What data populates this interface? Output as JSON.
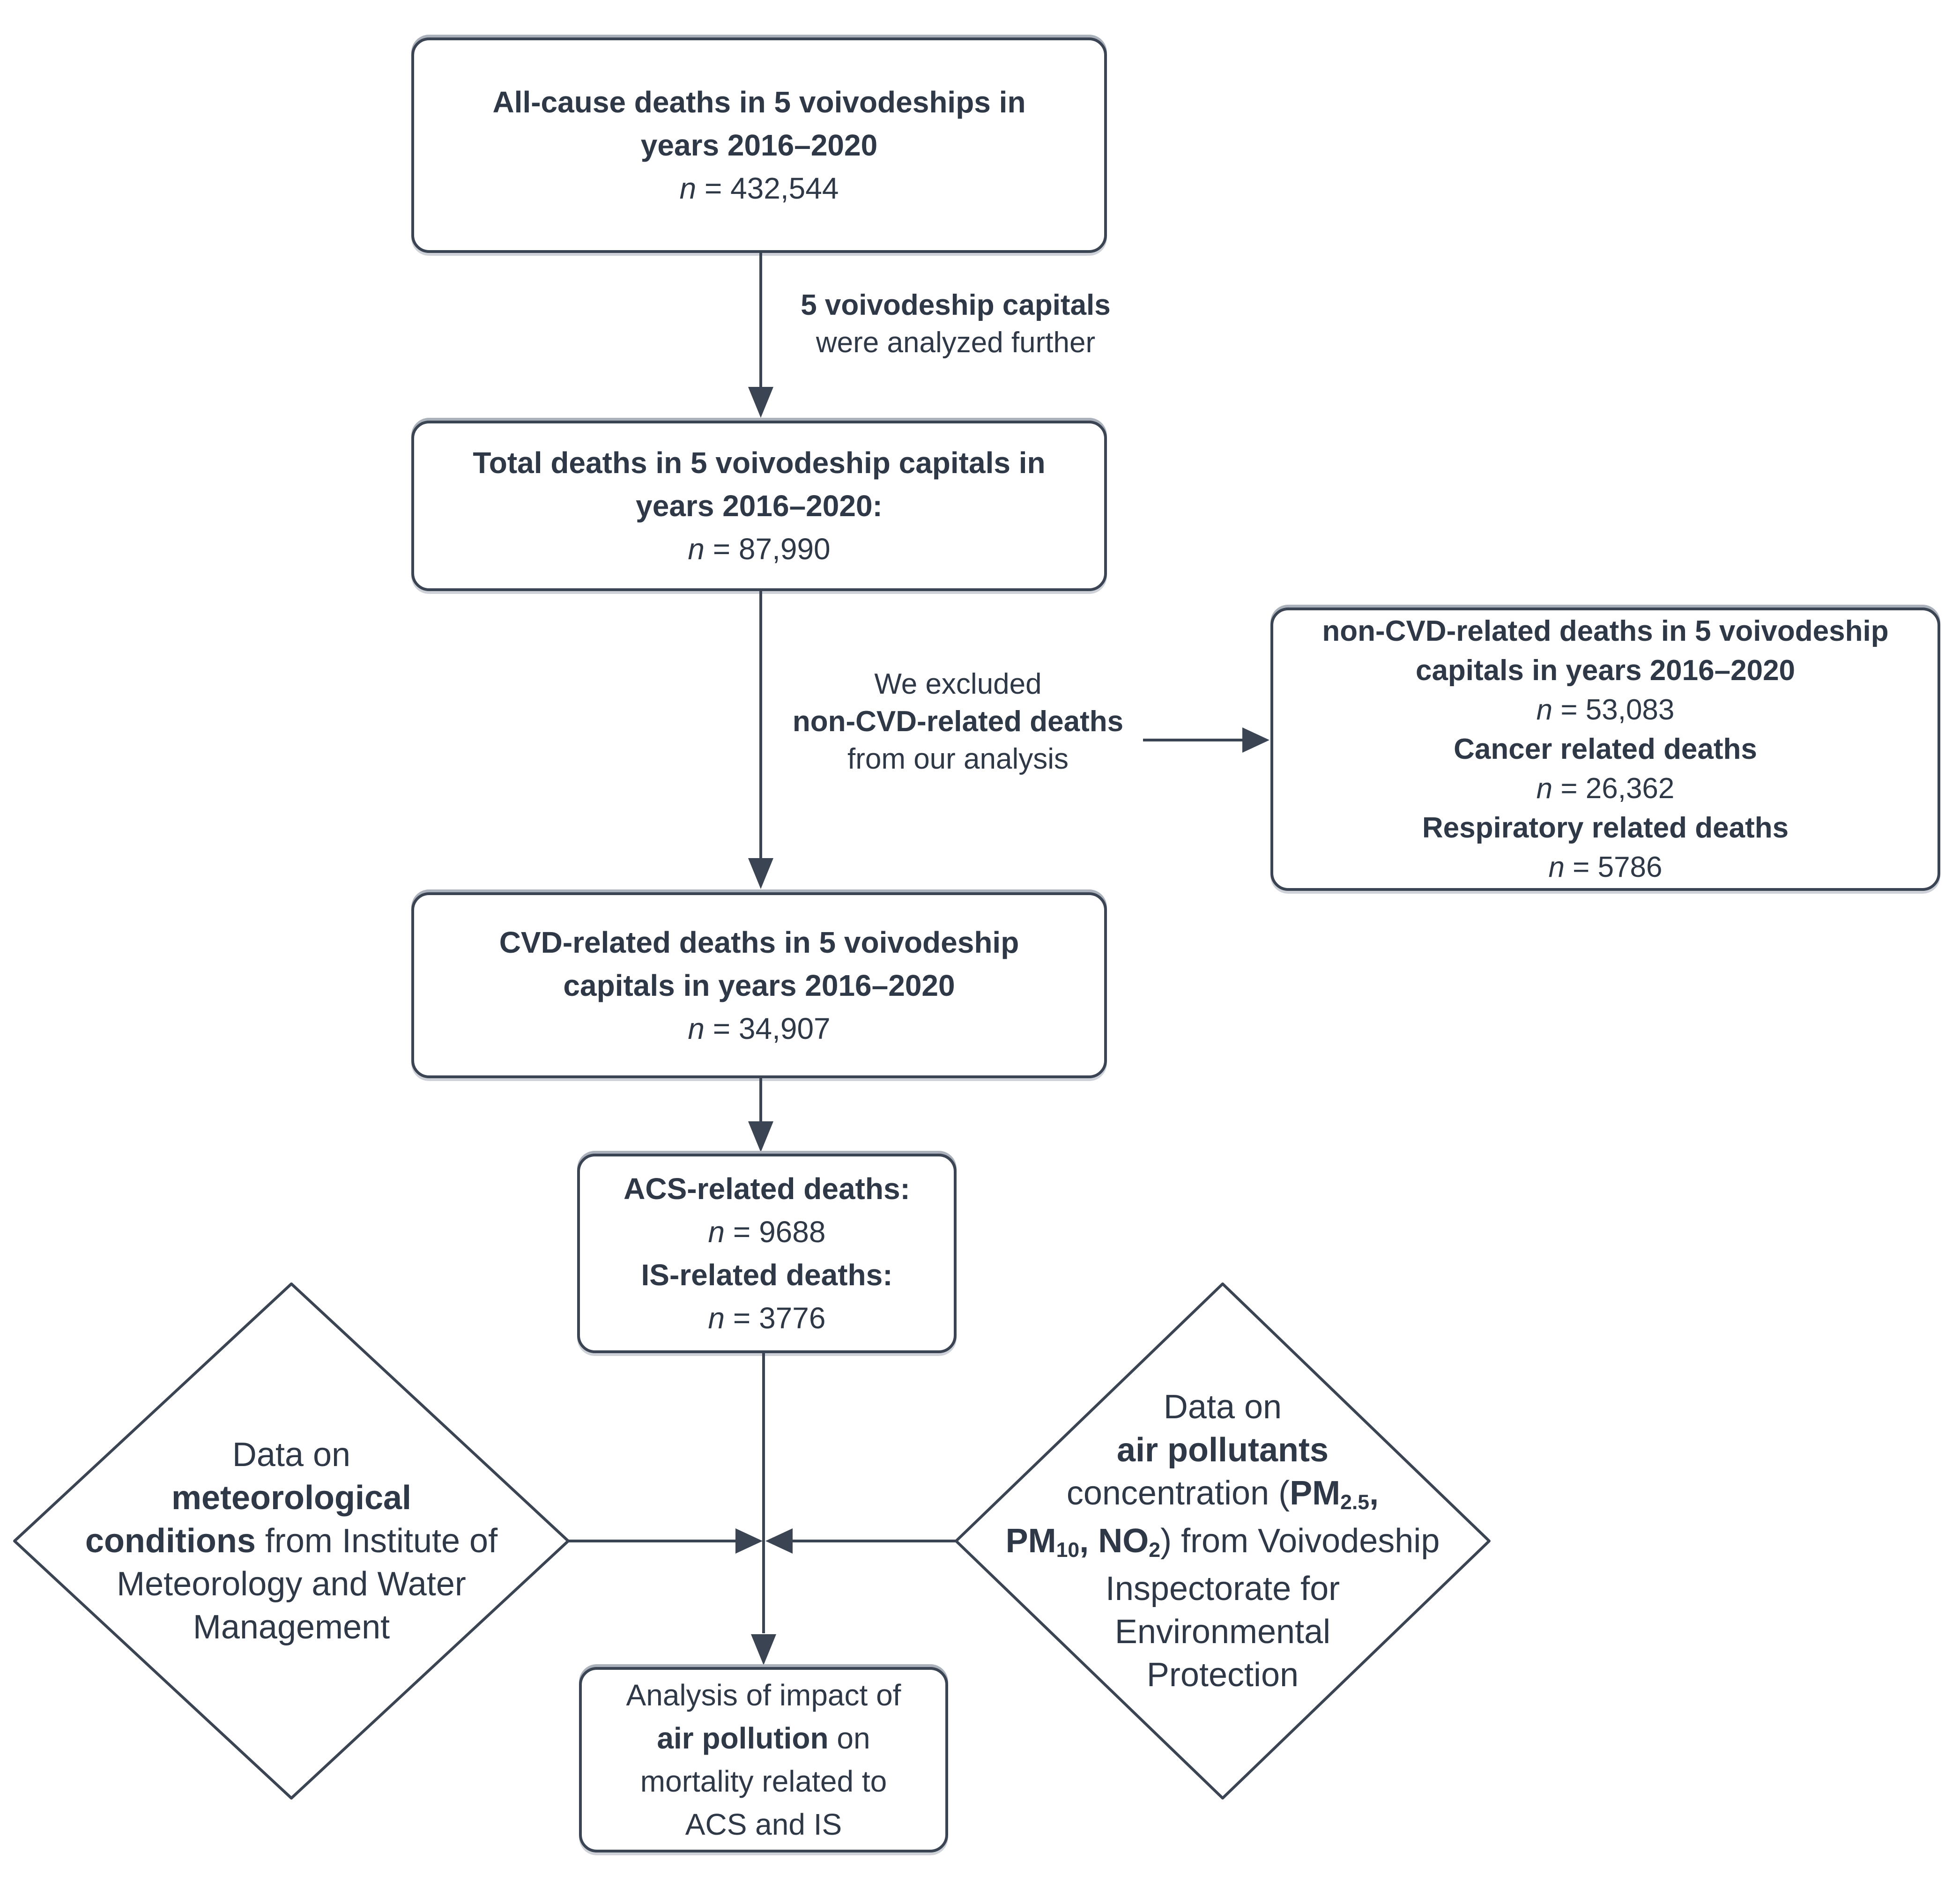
{
  "colors": {
    "text": "#2E3847",
    "line": "#3A4452",
    "background": "#FFFFFF"
  },
  "nodes": {
    "all_cause_box": {
      "lines": [
        [
          {
            "t": "All-cause deaths in 5 voivodeships in",
            "b": true
          }
        ],
        [
          {
            "t": "years 2016–2020",
            "b": true
          }
        ],
        [
          {
            "t": "n",
            "i": true
          },
          {
            "t": " = 432,544"
          }
        ]
      ]
    },
    "capitals_label": {
      "lines": [
        [
          {
            "t": "5 voivodeship capitals",
            "b": true
          }
        ],
        [
          {
            "t": "were analyzed further"
          }
        ]
      ]
    },
    "total_deaths_box": {
      "lines": [
        [
          {
            "t": "Total deaths in 5 voivodeship capitals in",
            "b": true
          }
        ],
        [
          {
            "t": "years 2016–2020:",
            "b": true
          }
        ],
        [
          {
            "t": "n",
            "i": true
          },
          {
            "t": " = 87,990"
          }
        ]
      ]
    },
    "excluded_label": {
      "lines": [
        [
          {
            "t": "We excluded"
          }
        ],
        [
          {
            "t": "non-CVD-related deaths",
            "b": true
          }
        ],
        [
          {
            "t": "from our analysis"
          }
        ]
      ]
    },
    "non_cvd_box": {
      "lines": [
        [
          {
            "t": "non-CVD-related deaths in 5 voivodeship",
            "b": true
          }
        ],
        [
          {
            "t": "capitals in years 2016–2020",
            "b": true
          }
        ],
        [
          {
            "t": "n",
            "i": true
          },
          {
            "t": " = 53,083"
          }
        ],
        [
          {
            "t": "Cancer related deaths",
            "b": true
          }
        ],
        [
          {
            "t": "n",
            "i": true
          },
          {
            "t": " = 26,362"
          }
        ],
        [
          {
            "t": "Respiratory related deaths",
            "b": true
          }
        ],
        [
          {
            "t": "n",
            "i": true
          },
          {
            "t": " = 5786"
          }
        ]
      ]
    },
    "cvd_box": {
      "lines": [
        [
          {
            "t": "CVD-related deaths in 5 voivodeship",
            "b": true
          }
        ],
        [
          {
            "t": "capitals in years 2016–2020",
            "b": true
          }
        ],
        [
          {
            "t": "n",
            "i": true
          },
          {
            "t": " = 34,907"
          }
        ]
      ]
    },
    "acs_is_box": {
      "lines": [
        [
          {
            "t": "ACS-related deaths:",
            "b": true
          }
        ],
        [
          {
            "t": "n",
            "i": true
          },
          {
            "t": " = 9688"
          }
        ],
        [
          {
            "t": "IS-related deaths:",
            "b": true
          }
        ],
        [
          {
            "t": "n",
            "i": true
          },
          {
            "t": " = 3776"
          }
        ]
      ]
    },
    "meteo_diamond": {
      "lines": [
        [
          {
            "t": "Data on"
          }
        ],
        [
          {
            "t": "meteorological",
            "b": true
          }
        ],
        [
          {
            "t": "conditions",
            "b": true
          },
          {
            "t": " from Institute of"
          }
        ],
        [
          {
            "t": "Meteorology and Water"
          }
        ],
        [
          {
            "t": "Management"
          }
        ]
      ]
    },
    "pollutants_diamond": {
      "lines": [
        [
          {
            "t": "Data on"
          }
        ],
        [
          {
            "t": "air pollutants",
            "b": true
          }
        ],
        [
          {
            "t": "concentration ("
          },
          {
            "t": "PM",
            "b": true
          },
          {
            "t": "2.5",
            "b": true,
            "sub": true
          },
          {
            "t": ",",
            "b": true
          }
        ],
        [
          {
            "t": "PM",
            "b": true
          },
          {
            "t": "10",
            "b": true,
            "sub": true
          },
          {
            "t": ", NO",
            "b": true
          },
          {
            "t": "2",
            "b": true,
            "sub": true
          },
          {
            "t": ") from Voivodeship"
          }
        ],
        [
          {
            "t": "Inspectorate for"
          }
        ],
        [
          {
            "t": "Environmental"
          }
        ],
        [
          {
            "t": "Protection"
          }
        ]
      ]
    },
    "analysis_box": {
      "lines": [
        [
          {
            "t": "Analysis of impact of"
          }
        ],
        [
          {
            "t": "air pollution",
            "b": true
          },
          {
            "t": " on"
          }
        ],
        [
          {
            "t": "mortality related to"
          }
        ],
        [
          {
            "t": "ACS and IS"
          }
        ]
      ]
    }
  }
}
